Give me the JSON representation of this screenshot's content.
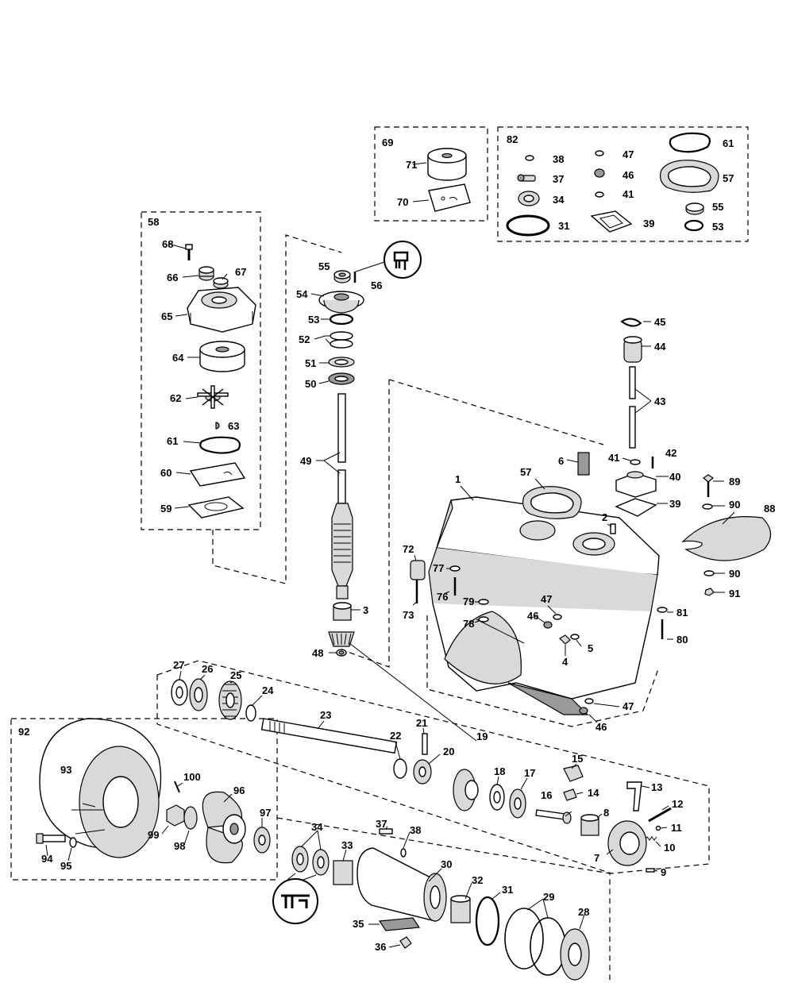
{
  "callouts": [
    {
      "id": "c69",
      "text": "69"
    },
    {
      "id": "c71",
      "text": "71"
    },
    {
      "id": "c70",
      "text": "70"
    },
    {
      "id": "c82",
      "text": "82"
    },
    {
      "id": "c38a",
      "text": "38"
    },
    {
      "id": "c47a",
      "text": "47"
    },
    {
      "id": "c61a",
      "text": "61"
    },
    {
      "id": "c37a",
      "text": "37"
    },
    {
      "id": "c46a",
      "text": "46"
    },
    {
      "id": "c57a",
      "text": "57"
    },
    {
      "id": "c34a",
      "text": "34"
    },
    {
      "id": "c41a",
      "text": "41"
    },
    {
      "id": "c55a",
      "text": "55"
    },
    {
      "id": "c31a",
      "text": "31"
    },
    {
      "id": "c39a",
      "text": "39"
    },
    {
      "id": "c53a",
      "text": "53"
    },
    {
      "id": "c58",
      "text": "58"
    },
    {
      "id": "c68",
      "text": "68"
    },
    {
      "id": "c66",
      "text": "66"
    },
    {
      "id": "c67",
      "text": "67"
    },
    {
      "id": "c65",
      "text": "65"
    },
    {
      "id": "c64",
      "text": "64"
    },
    {
      "id": "c62",
      "text": "62"
    },
    {
      "id": "c63",
      "text": "63"
    },
    {
      "id": "c61b",
      "text": "61"
    },
    {
      "id": "c60",
      "text": "60"
    },
    {
      "id": "c59",
      "text": "59"
    },
    {
      "id": "c55b",
      "text": "55"
    },
    {
      "id": "c56",
      "text": "56"
    },
    {
      "id": "c54",
      "text": "54"
    },
    {
      "id": "c53b",
      "text": "53"
    },
    {
      "id": "c52",
      "text": "52"
    },
    {
      "id": "c51",
      "text": "51"
    },
    {
      "id": "c50",
      "text": "50"
    },
    {
      "id": "c49",
      "text": "49"
    },
    {
      "id": "c3",
      "text": "3"
    },
    {
      "id": "c48",
      "text": "48"
    },
    {
      "id": "c45",
      "text": "45"
    },
    {
      "id": "c44",
      "text": "44"
    },
    {
      "id": "c43",
      "text": "43"
    },
    {
      "id": "c41b",
      "text": "41"
    },
    {
      "id": "c42",
      "text": "42"
    },
    {
      "id": "c40",
      "text": "40"
    },
    {
      "id": "c89",
      "text": "89"
    },
    {
      "id": "c90a",
      "text": "90"
    },
    {
      "id": "c88",
      "text": "88"
    },
    {
      "id": "c39b",
      "text": "39"
    },
    {
      "id": "c90b",
      "text": "90"
    },
    {
      "id": "c91",
      "text": "91"
    },
    {
      "id": "c6",
      "text": "6"
    },
    {
      "id": "c57b",
      "text": "57"
    },
    {
      "id": "c1",
      "text": "1"
    },
    {
      "id": "c2",
      "text": "2"
    },
    {
      "id": "c72",
      "text": "72"
    },
    {
      "id": "c77",
      "text": "77"
    },
    {
      "id": "c76",
      "text": "76"
    },
    {
      "id": "c73",
      "text": "73"
    },
    {
      "id": "c79",
      "text": "79"
    },
    {
      "id": "c78",
      "text": "78"
    },
    {
      "id": "c47b",
      "text": "47"
    },
    {
      "id": "c46b",
      "text": "46"
    },
    {
      "id": "c4",
      "text": "4"
    },
    {
      "id": "c5",
      "text": "5"
    },
    {
      "id": "c81",
      "text": "81"
    },
    {
      "id": "c80",
      "text": "80"
    },
    {
      "id": "c47c",
      "text": "47"
    },
    {
      "id": "c46c",
      "text": "46"
    },
    {
      "id": "c27",
      "text": "27"
    },
    {
      "id": "c26",
      "text": "26"
    },
    {
      "id": "c25",
      "text": "25"
    },
    {
      "id": "c24",
      "text": "24"
    },
    {
      "id": "c23",
      "text": "23"
    },
    {
      "id": "c22",
      "text": "22"
    },
    {
      "id": "c21",
      "text": "21"
    },
    {
      "id": "c20",
      "text": "20"
    },
    {
      "id": "c19",
      "text": "19"
    },
    {
      "id": "c18",
      "text": "18"
    },
    {
      "id": "c17",
      "text": "17"
    },
    {
      "id": "c16",
      "text": "16"
    },
    {
      "id": "c15",
      "text": "15"
    },
    {
      "id": "c14",
      "text": "14"
    },
    {
      "id": "c13",
      "text": "13"
    },
    {
      "id": "c12",
      "text": "12"
    },
    {
      "id": "c11",
      "text": "11"
    },
    {
      "id": "c10",
      "text": "10"
    },
    {
      "id": "c9",
      "text": "9"
    },
    {
      "id": "c8",
      "text": "8"
    },
    {
      "id": "c7",
      "text": "7"
    },
    {
      "id": "c92",
      "text": "92"
    },
    {
      "id": "c93",
      "text": "93"
    },
    {
      "id": "c100",
      "text": "100"
    },
    {
      "id": "c96",
      "text": "96"
    },
    {
      "id": "c97",
      "text": "97"
    },
    {
      "id": "c99",
      "text": "99"
    },
    {
      "id": "c98",
      "text": "98"
    },
    {
      "id": "c94",
      "text": "94"
    },
    {
      "id": "c95",
      "text": "95"
    },
    {
      "id": "c34b",
      "text": "34"
    },
    {
      "id": "c37b",
      "text": "37"
    },
    {
      "id": "c38b",
      "text": "38"
    },
    {
      "id": "c33",
      "text": "33"
    },
    {
      "id": "c30",
      "text": "30"
    },
    {
      "id": "c32",
      "text": "32"
    },
    {
      "id": "c31b",
      "text": "31"
    },
    {
      "id": "c29",
      "text": "29"
    },
    {
      "id": "c28",
      "text": "28"
    },
    {
      "id": "c35",
      "text": "35"
    },
    {
      "id": "c36",
      "text": "36"
    }
  ],
  "icons": {
    "sealant": "sealant-application-icon",
    "grease": "grease-application-icon"
  }
}
